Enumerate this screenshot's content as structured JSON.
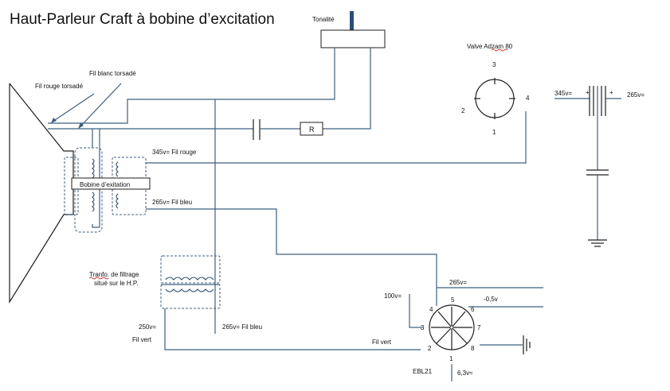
{
  "title": "Haut-Parleur Craft à bobine d’excitation",
  "labels": {
    "tonalite": "Tonalité",
    "valve": "Valve Adzam 80",
    "fil_blanc": "Fil blanc torsadé",
    "fil_rouge_torsade": "Fil rouge torsadé",
    "r": "R",
    "v345_rouge": "345v=  Fil rouge",
    "bobine": "Bobine d’exitation",
    "v265_bleu_top": "265v=  Fil bleu",
    "v345_right": "345v=",
    "v265_right": "265v=",
    "tranfo_line1": "Tranfo. de filtrage",
    "tranfo_line2": "situé sur le H.P.",
    "v265_line": "265v=",
    "v100": "100v=",
    "neg05": "-0,5v",
    "v250": "250v=",
    "fil_vert_left": "Fil vert",
    "v265_bleu_bottom": "265v=  Fil bleu",
    "fil_vert_right": "Fil vert",
    "ebl21": "EBL21",
    "v63": "6,3v≈",
    "plus1": "+",
    "plus2": "+"
  },
  "valve_pins": {
    "p1": "1",
    "p2": "2",
    "p3": "3",
    "p4": "4"
  },
  "ebl_pins": {
    "p1": "1",
    "p2": "2",
    "p3": "3",
    "p4": "4",
    "p5": "5",
    "p6": "6",
    "p7": "7",
    "p8": "8"
  },
  "colors": {
    "wire": "#3f5f7f",
    "text": "#111111",
    "spell_underline": "#cc0000"
  }
}
